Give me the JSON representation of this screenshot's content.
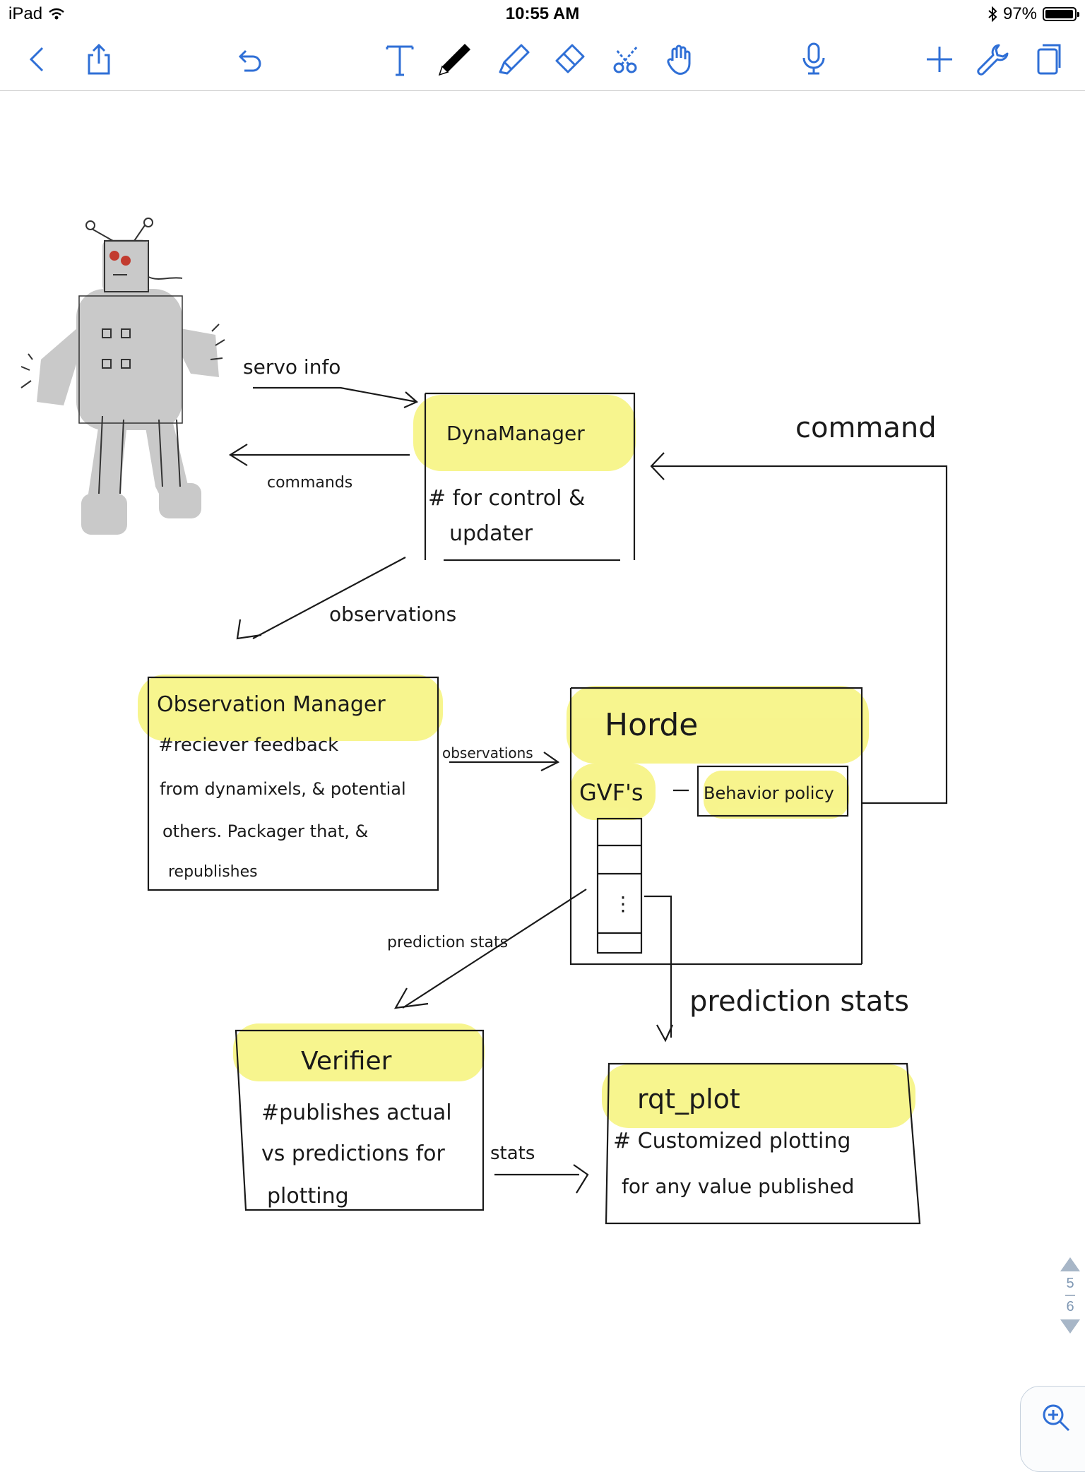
{
  "status_bar": {
    "device": "iPad",
    "time": "10:55 AM",
    "battery": "97%"
  },
  "toolbar": {
    "icons": [
      "back-chevron-icon",
      "share-icon",
      "undo-icon",
      "text-tool-icon",
      "pen-tool-icon",
      "highlighter-tool-icon",
      "eraser-tool-icon",
      "scissors-tool-icon",
      "hand-tool-icon",
      "microphone-icon",
      "add-icon",
      "wrench-icon",
      "pages-icon"
    ],
    "accent_color": "#2f6fd6"
  },
  "diagram": {
    "robot_servo_label": "servo info",
    "robot_commands_label": "commands",
    "dyna": {
      "title": "DynaManager",
      "note_line1": "# for control &",
      "note_line2": "updater"
    },
    "command_label": "command",
    "observations_label1": "observations",
    "obs_manager": {
      "title": "Observation Manager",
      "line1": "#reciever feedback",
      "line2": "from dynamixels, & potential",
      "line3": "others. Packager that, &",
      "line4": "republishes"
    },
    "observations_label2": "observations",
    "horde": {
      "title": "Horde",
      "gvfs": "GVF's",
      "policy": "Behavior policy",
      "ellipsis": "⋮"
    },
    "prediction_stats_small": "prediction stats",
    "prediction_stats_large": "prediction stats",
    "verifier": {
      "title": "Verifier",
      "line1": "#publishes actual",
      "line2": "vs predictions for",
      "line3": "plotting"
    },
    "stats_label": "stats",
    "rqt_plot": {
      "title": "rqt_plot",
      "line1": "# Customized plotting",
      "line2": "for any value published"
    },
    "highlight_color": "#f6f37a"
  },
  "pager": {
    "current": "5",
    "total": "6"
  }
}
